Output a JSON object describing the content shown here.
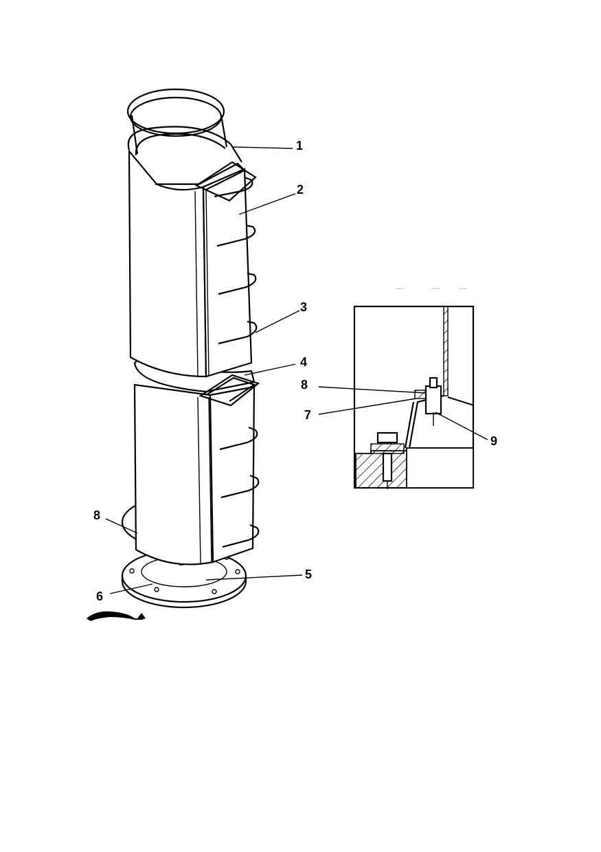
{
  "diagram": {
    "callouts": {
      "c1": "1",
      "c2": "2",
      "c3": "3",
      "c4": "4",
      "c5": "5",
      "c6": "6",
      "c7": "7",
      "c8_main": "8",
      "c8_detail": "8",
      "c9": "9"
    }
  }
}
